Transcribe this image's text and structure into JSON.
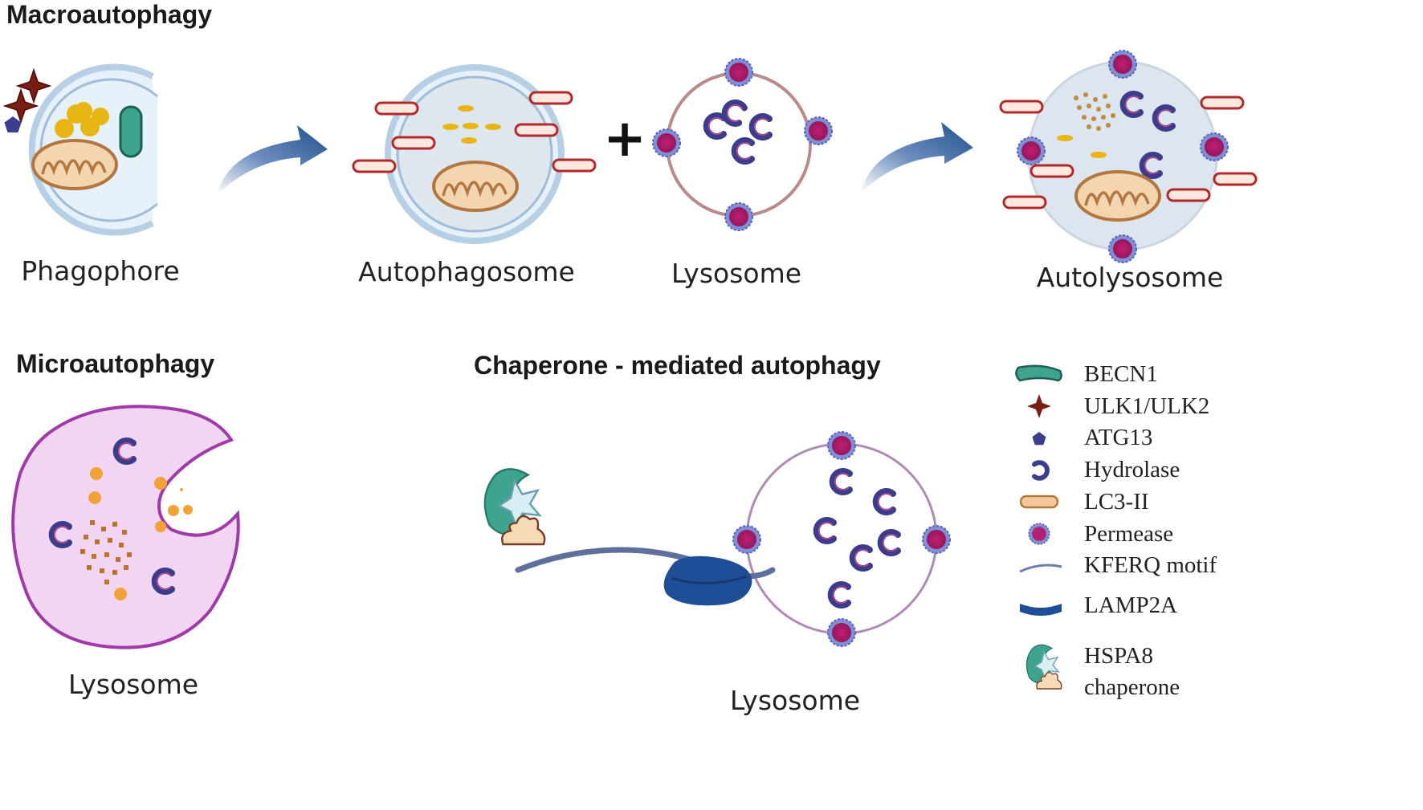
{
  "titles": {
    "macro": "Macroautophagy",
    "micro": "Microautophagy",
    "chaperone": "Chaperone - mediated autophagy"
  },
  "stages": {
    "phagophore": "Phagophore",
    "autophagosome": "Autophagosome",
    "lysosome": "Lysosome",
    "autolysosome": "Autolysosome"
  },
  "operators": {
    "plus": "+"
  },
  "micro_label": "Lysosome",
  "cma_label": "Lysosome",
  "legend": [
    {
      "key": "becn1",
      "icon": "becn1-icon",
      "label": "BECN1",
      "color": "#3fa48f"
    },
    {
      "key": "ulk",
      "icon": "ulk-star-icon",
      "label": "ULK1/ULK2",
      "color": "#7a1d12"
    },
    {
      "key": "atg13",
      "icon": "atg13-pentagon-icon",
      "label": "ATG13",
      "color": "#3b3c8c"
    },
    {
      "key": "hydrolase",
      "icon": "hydrolase-icon",
      "label": "Hydrolase",
      "color": "#3b3c8c"
    },
    {
      "key": "lc3",
      "icon": "lc3-capsule-icon",
      "label": "LC3-II",
      "color": "#f5c79a"
    },
    {
      "key": "permease",
      "icon": "permease-icon",
      "label": "Permease",
      "color": "#b3206f"
    },
    {
      "key": "kferq",
      "icon": "kferq-line-icon",
      "label": "KFERQ motif",
      "color": "#6c7fa8"
    },
    {
      "key": "lamp2a",
      "icon": "lamp2a-icon",
      "label": "LAMP2A",
      "color": "#1e4e95"
    },
    {
      "key": "hspa8",
      "icon": "hspa8-chaperone-icon",
      "label": "HSPA8",
      "label2": "chaperone",
      "color": "#3fa48f"
    }
  ]
}
